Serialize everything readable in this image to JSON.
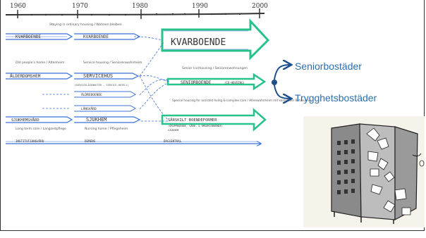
{
  "timeline": {
    "years": [
      "1960",
      "1970",
      "1980",
      "1990",
      "2000"
    ]
  },
  "labels": {
    "staying": "Staying in ordinary housing / Wohnen bleiben",
    "kvarboende_1": "KVARBOENDE",
    "kvarboende_2": "KVARBOENDE",
    "kvarboende_big": "KVARBOENDE",
    "old_peoples_home": "Old people's home / Altenheim",
    "alderdomshem": "ÅLDERDOMSHEM",
    "service_housing": "Service housing / Seniorenwohnheim",
    "servicehus": "SERVICEHUS",
    "servicehus_sub": "(SERVICELÄGENHETER – SERVICE-HOTELL)",
    "senior_cohousing": "Senior (co)housing / Seniorenwohnungen",
    "seniorboende": "SENIORBOENDE",
    "seniorboende_sub": "(CO-HOUSING)",
    "sjukhem_top": "SJUKHEM",
    "sjukhem_bottom": "SJUKHEM",
    "long_term_care": "Long term care / Langzeitpflege",
    "nursing_home": "Nursing home / Pflegeheim",
    "special_housing": "Special housing for assisted living & complex care / Altenwohnheim mit komplexer Betreuung",
    "sarskilt": "SÄRSKILT BOENDEFORMER",
    "sarskilt_sub": "(GRUPPBOENDE, VÅRD- & OMSORGSBOENDE)",
    "aldreboende": "ÄLDREBOENDE",
    "lang_sjukvard": "LÅNGVÅRD",
    "demens": "DEMENS",
    "institutionsvard": "INSTITUTIONSVÅRD",
    "sjukhemsvard": "SJUKHEMSVÅRD",
    "dagcentral": "DAGCENTRAL"
  },
  "legend": {
    "item1": "Seniorbostäder",
    "item2": "Trygghetsbostäder"
  },
  "colors": {
    "arrow_blue": "#3a6fd8",
    "arrow_green": "#27c28a",
    "legend_text": "#2b6fb0",
    "ink": "#333333"
  }
}
